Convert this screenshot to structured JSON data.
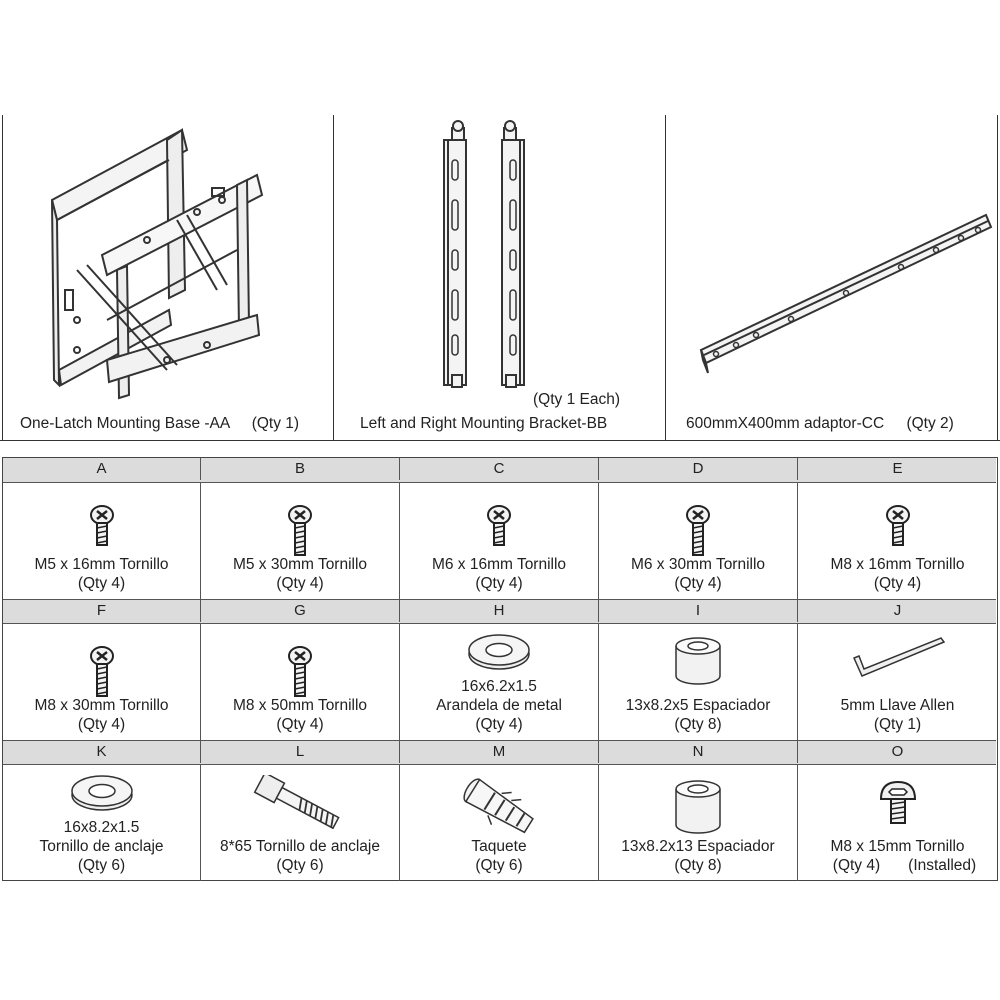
{
  "top_panels": [
    {
      "name": "One-Latch Mounting Base -AA",
      "qty": "(Qty 1)"
    },
    {
      "name": "Left and Right Mounting Bracket-BB",
      "qty": "(Qty 1 Each)"
    },
    {
      "name": "600mmX400mm adaptor-CC",
      "qty": "(Qty 2)"
    }
  ],
  "rows": [
    {
      "letters": [
        "A",
        "B",
        "C",
        "D",
        "E"
      ],
      "items": [
        {
          "line1": "M5 x 16mm Tornillo",
          "line2": "(Qty 4)",
          "icon": "short-screw-icon"
        },
        {
          "line1": "M5 x 30mm Tornillo",
          "line2": "(Qty 4)",
          "icon": "long-screw-icon"
        },
        {
          "line1": "M6 x 16mm Tornillo",
          "line2": "(Qty 4)",
          "icon": "short-screw-icon"
        },
        {
          "line1": "M6 x 30mm Tornillo",
          "line2": "(Qty 4)",
          "icon": "long-screw-icon"
        },
        {
          "line1": "M8 x 16mm Tornillo",
          "line2": "(Qty 4)",
          "icon": "short-screw-icon"
        }
      ]
    },
    {
      "letters": [
        "F",
        "G",
        "H",
        "I",
        "J"
      ],
      "items": [
        {
          "line1": "M8 x 30mm Tornillo",
          "line2": "(Qty 4)",
          "icon": "long-screw-icon"
        },
        {
          "line1": "M8 x 50mm Tornillo",
          "line2": "(Qty 4)",
          "icon": "long-screw-icon"
        },
        {
          "line0": "16x6.2x1.5",
          "line1": "Arandela de metal",
          "line2": "(Qty 4)",
          "icon": "washer-icon"
        },
        {
          "line1": "13x8.2x5 Espaciador",
          "line2": "(Qty 8)",
          "icon": "spacer-icon"
        },
        {
          "line1": "5mm Llave Allen",
          "line2": "(Qty 1)",
          "icon": "allen-key-icon"
        }
      ]
    },
    {
      "letters": [
        "K",
        "L",
        "M",
        "N",
        "O"
      ],
      "items": [
        {
          "line0": "16x8.2x1.5",
          "line1": "Tornillo de anclaje",
          "line2": "(Qty 6)",
          "icon": "washer-icon"
        },
        {
          "line1": "8*65 Tornillo de anclaje",
          "line2": "(Qty 6)",
          "icon": "lag-bolt-icon"
        },
        {
          "line1": "Taquete",
          "line2": "(Qty 6)",
          "icon": "wall-anchor-icon"
        },
        {
          "line1": "13x8.2x13 Espaciador",
          "line2": "(Qty 8)",
          "icon": "tall-spacer-icon"
        },
        {
          "line1": "M8 x 15mm Tornillo",
          "line2": "(Qty 4)",
          "line2b": "(Installed)",
          "icon": "button-head-screw-icon"
        }
      ]
    }
  ]
}
